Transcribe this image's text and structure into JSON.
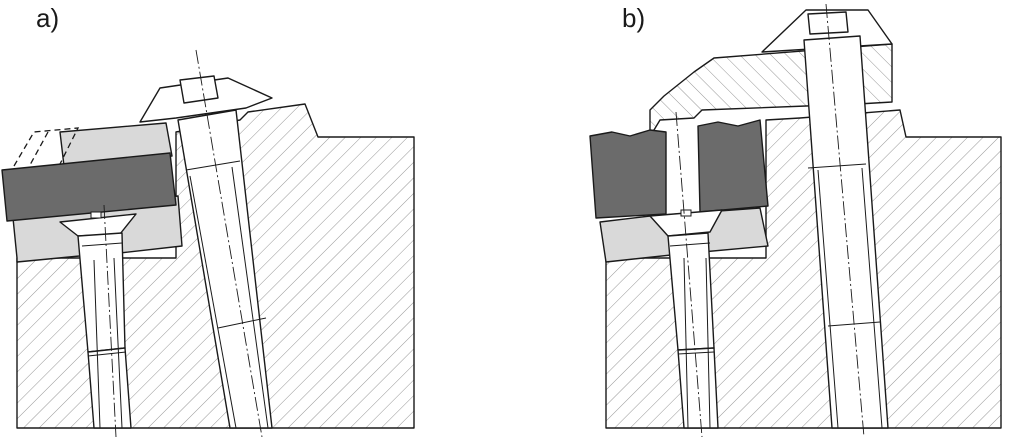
{
  "panels": [
    {
      "id": "a",
      "label": "a)"
    },
    {
      "id": "b",
      "label": "b)"
    }
  ],
  "colors": {
    "background": "#ffffff",
    "outline": "#1a1a1a",
    "hatch": "#8a8a8a",
    "dark_block": "#6b6b6b",
    "light_block": "#d9d9d9",
    "bolt_fill": "#ffffff"
  },
  "icons": {
    "hatch_pattern": "diagonal-hatch",
    "center_line": "dash-dot-line"
  }
}
